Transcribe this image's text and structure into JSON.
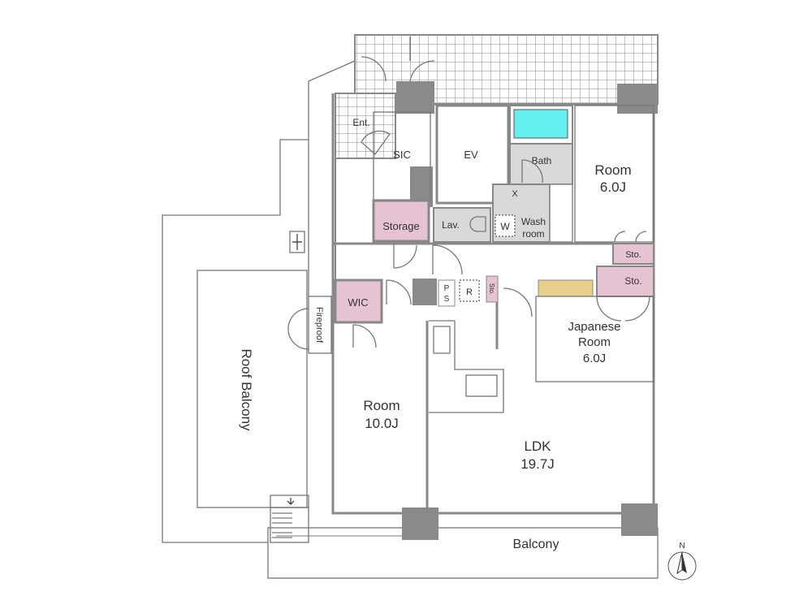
{
  "plan": {
    "labels": {
      "entrance": "Ent.",
      "sic": "SIC",
      "ev": "EV",
      "bath": "Bath",
      "room_a": "Room",
      "room_a_size": "6.0J",
      "storage": "Storage",
      "lav": "Lav.",
      "w": "W",
      "wash1": "Wash",
      "wash2": "room",
      "x": "X",
      "sto1": "Sto.",
      "sto2": "Sto.",
      "sto3": "Sto.",
      "wic": "WIC",
      "ps_p": "P",
      "ps_s": "S",
      "r": "R",
      "japanese1": "Japanese",
      "japanese2": "Room",
      "japanese_size": "6.0J",
      "room_b": "Room",
      "room_b_size": "10.0J",
      "ldk": "LDK",
      "ldk_size": "19.7J",
      "balcony": "Balcony",
      "roof_balcony": "Roof Balcony",
      "fireproof": "Fireproof",
      "north": "N"
    },
    "colors": {
      "storage_pink": "#e6c3d3",
      "wet_gray": "#d9d9d9",
      "tub_cyan": "#66f0f0",
      "tatami_yellow": "#e8cf8a",
      "column_gray": "#8a8a8a"
    }
  }
}
